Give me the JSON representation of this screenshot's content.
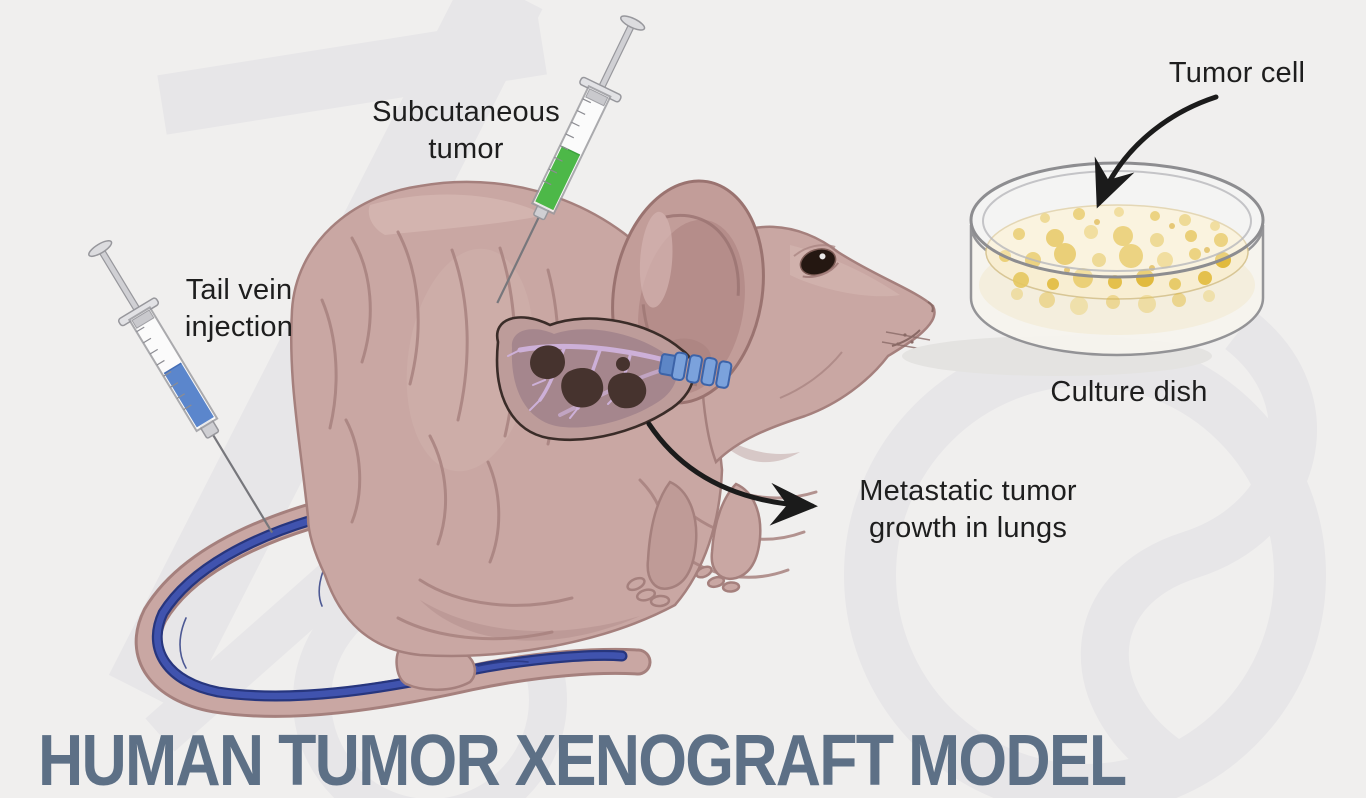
{
  "title": "HUMAN TUMOR XENOGRAFT MODEL",
  "labels": {
    "subcutaneous_tumor": "Subcutaneous\ntumor",
    "tail_vein_injection": "Tail vein\ninjection",
    "tumor_cell": "Tumor cell",
    "culture_dish": "Culture dish",
    "metastatic_tumor": "Metastatic tumor\ngrowth in lungs"
  },
  "colors": {
    "background": "#f0efee",
    "title_text": "#5d7086",
    "label_text": "#1e1e1e",
    "mouse_skin": "#c9a7a3",
    "mouse_outline": "#a5807d",
    "green_syringe_liquid": "#4db848",
    "blue_syringe_liquid": "#5b86cc",
    "tail_vein": "#4053ae",
    "tail_vein_outline": "#27367e",
    "lung": "#a5868d",
    "lung_vessel": "#cdb0d8",
    "tumor_spot": "#46332e",
    "trachea": "#7ba2dc",
    "dish_medium": "#f8eed2",
    "colony_yellow": "#e2bc3e",
    "arrow": "#1b1b1b",
    "watermark": "#e7e6e8"
  },
  "illustration_parts": [
    "nude-mouse",
    "green-syringe",
    "blue-syringe",
    "lung-cutaway",
    "tail-vein",
    "culture-dish",
    "tumor-colonies",
    "tumor-cell-arrow",
    "metastatic-arrow",
    "watermark"
  ]
}
